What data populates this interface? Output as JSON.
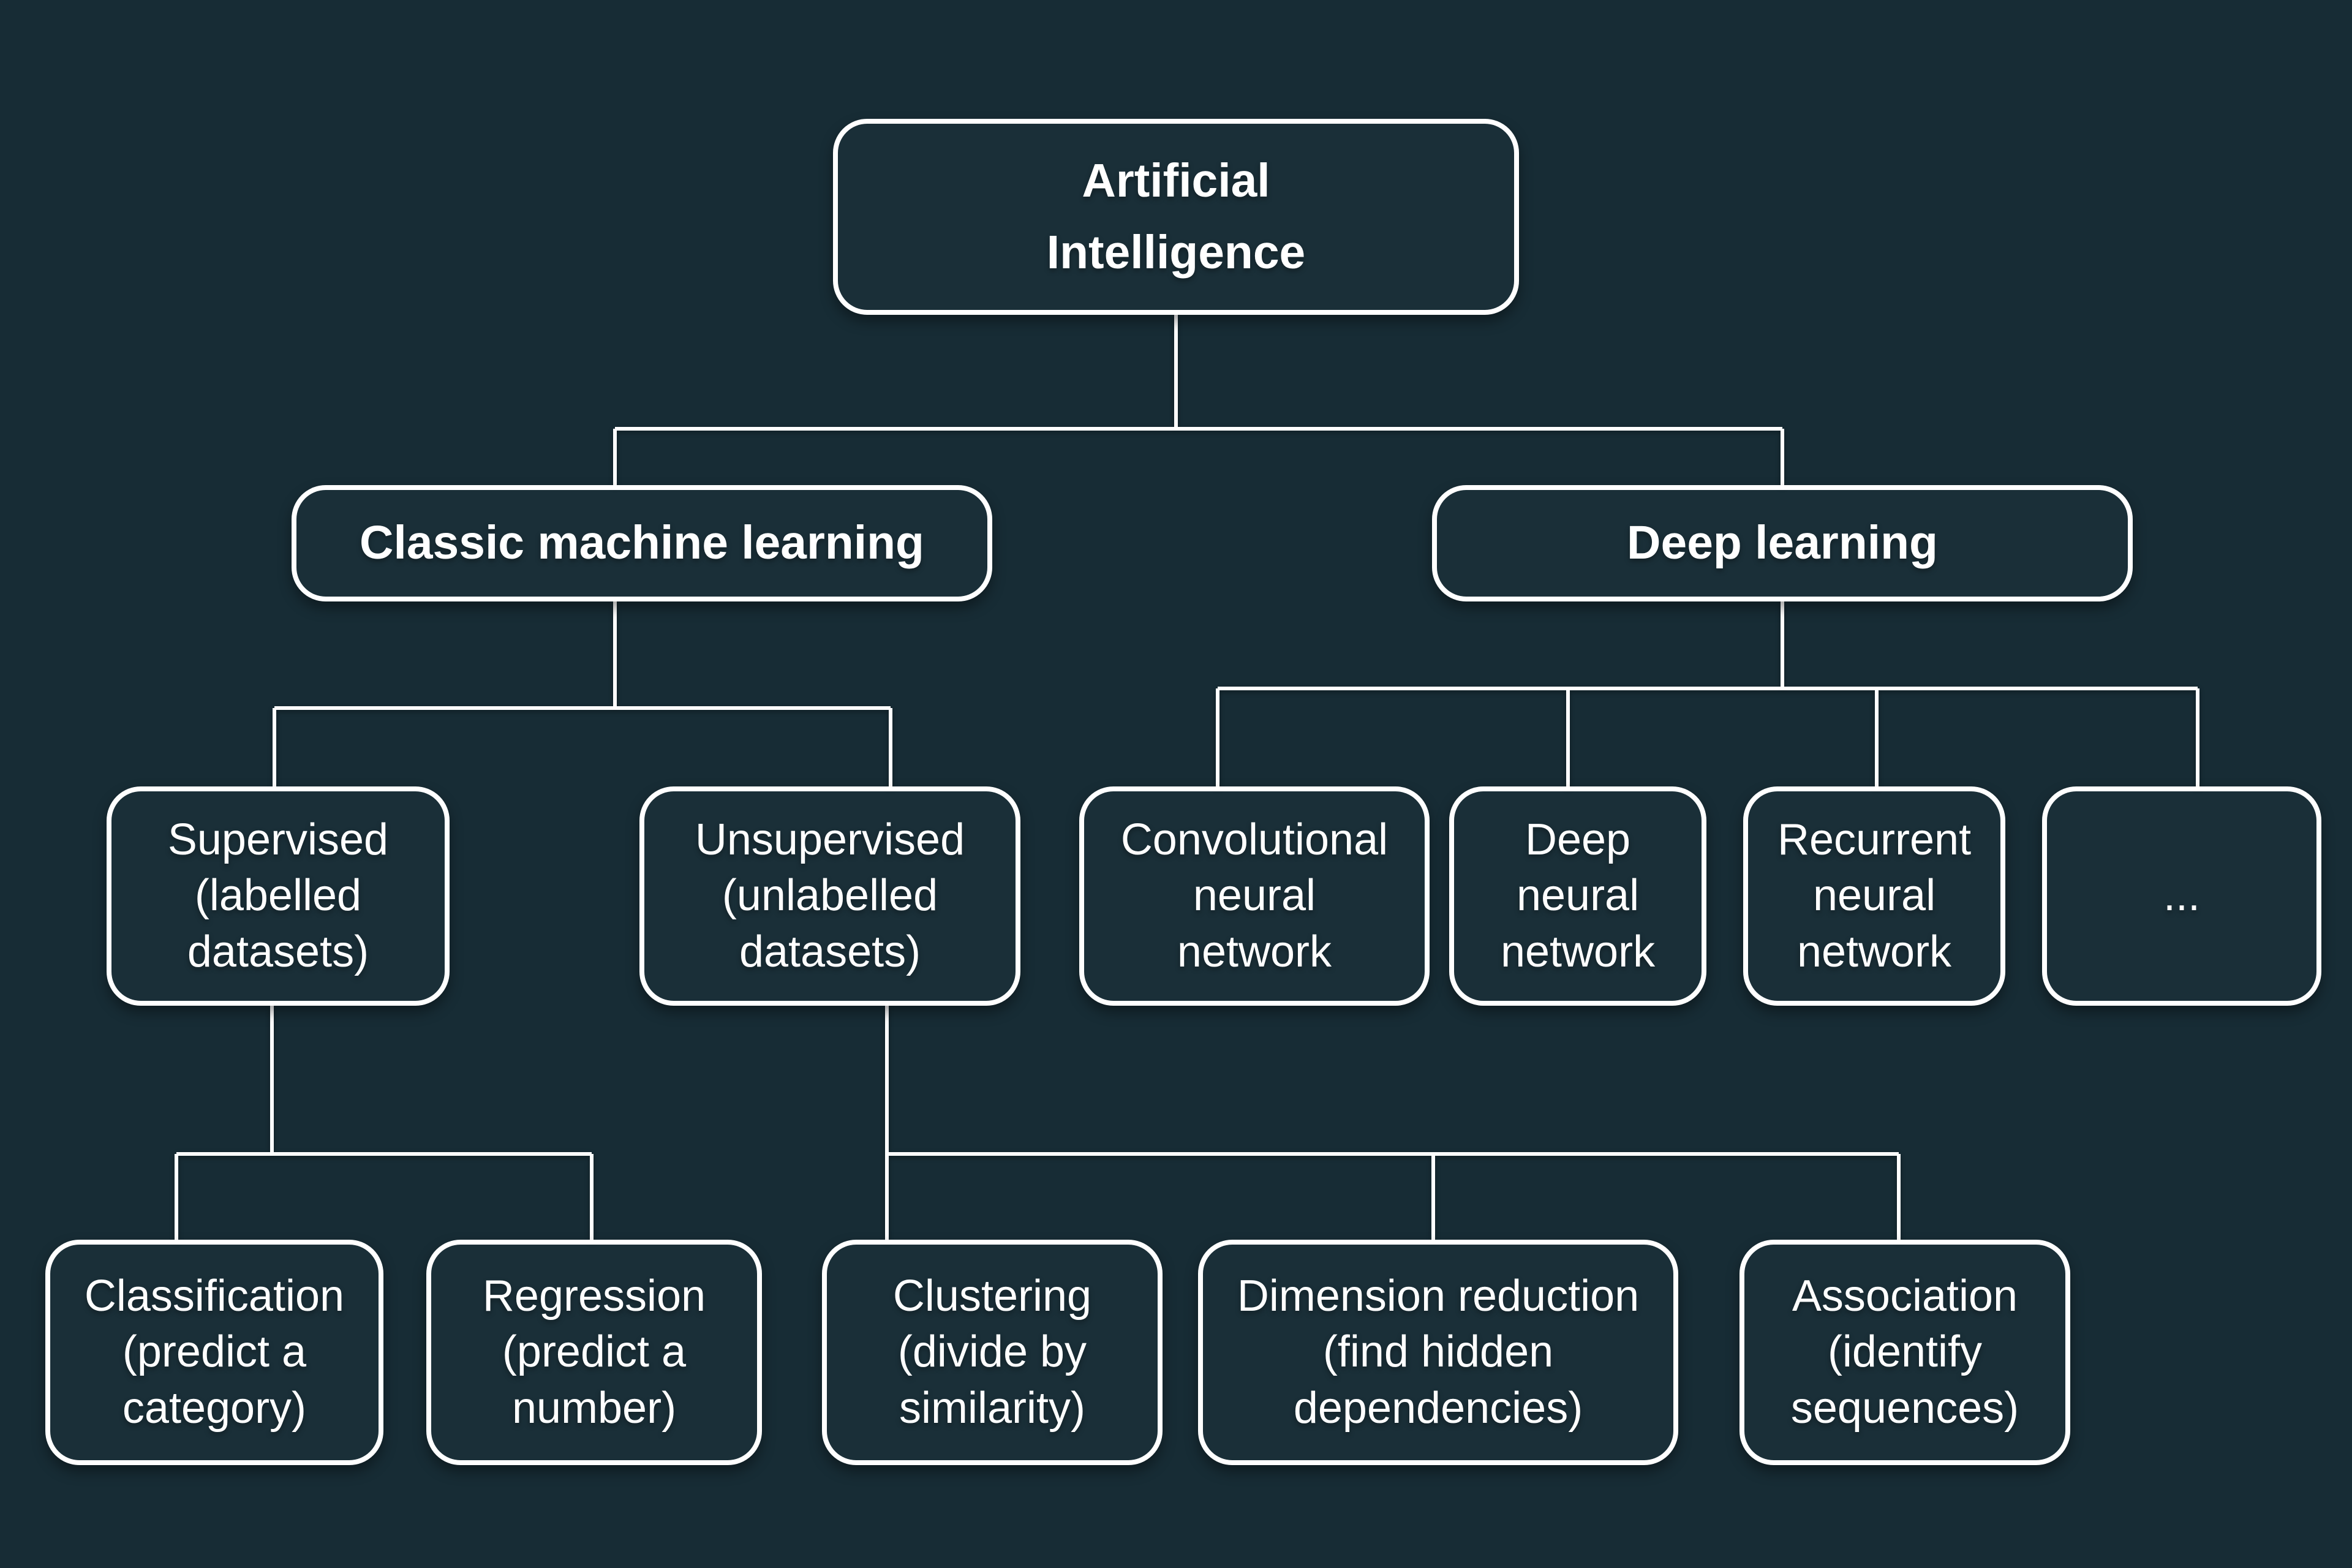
{
  "page": {
    "background_color": "#172c35",
    "line_color": "#ffffff",
    "text_color": "#ffffff"
  },
  "diagram": {
    "title": "Artificial Intelligence taxonomy",
    "nodes": {
      "ai": {
        "label": "Artificial Intelligence",
        "lines": [
          "Artificial",
          "Intelligence"
        ]
      },
      "classic_ml": {
        "label": "Classic machine learning",
        "lines": [
          "Classic machine learning"
        ]
      },
      "deep_learning": {
        "label": "Deep learning",
        "lines": [
          "Deep learning"
        ]
      },
      "supervised": {
        "label": "Supervised (labelled datasets)",
        "lines": [
          "Supervised",
          "(labelled",
          "datasets)"
        ]
      },
      "unsupervised": {
        "label": "Unsupervised (unlabelled datasets)",
        "lines": [
          "Unsupervised",
          "(unlabelled",
          "datasets)"
        ]
      },
      "cnn": {
        "label": "Convolutional neural network",
        "lines": [
          "Convolutional",
          "neural",
          "network"
        ]
      },
      "dnn": {
        "label": "Deep neural network",
        "lines": [
          "Deep",
          "neural",
          "network"
        ]
      },
      "rnn": {
        "label": "Recurrent neural network",
        "lines": [
          "Recurrent",
          "neural",
          "network"
        ]
      },
      "more": {
        "label": "...",
        "lines": [
          "..."
        ]
      },
      "classification": {
        "label": "Classification (predict a category)",
        "lines": [
          "Classification",
          "(predict a",
          "category)"
        ]
      },
      "regression": {
        "label": "Regression (predict a number)",
        "lines": [
          "Regression",
          "(predict a",
          "number)"
        ]
      },
      "clustering": {
        "label": "Clustering (divide by similarity)",
        "lines": [
          "Clustering",
          "(divide by",
          "similarity)"
        ]
      },
      "dimension_reduction": {
        "label": "Dimension reduction (find hidden dependencies)",
        "lines": [
          "Dimension reduction",
          "(find hidden",
          "dependencies)"
        ]
      },
      "association": {
        "label": "Association (identify sequences)",
        "lines": [
          "Association",
          "(identify",
          "sequences)"
        ]
      }
    },
    "edges": [
      [
        "ai",
        "classic_ml"
      ],
      [
        "ai",
        "deep_learning"
      ],
      [
        "classic_ml",
        "supervised"
      ],
      [
        "classic_ml",
        "unsupervised"
      ],
      [
        "deep_learning",
        "cnn"
      ],
      [
        "deep_learning",
        "dnn"
      ],
      [
        "deep_learning",
        "rnn"
      ],
      [
        "deep_learning",
        "more"
      ],
      [
        "supervised",
        "classification"
      ],
      [
        "supervised",
        "regression"
      ],
      [
        "unsupervised",
        "clustering"
      ],
      [
        "unsupervised",
        "dimension_reduction"
      ],
      [
        "unsupervised",
        "association"
      ]
    ]
  }
}
